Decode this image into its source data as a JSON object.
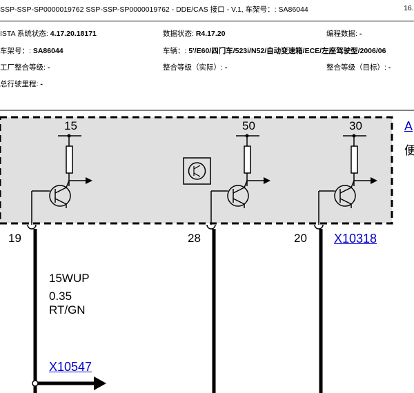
{
  "header": {
    "title": "SSP-SSP-SP0000019762 SSP-SSP-SP0000019762 - DDE/CAS 接口 - V.1, 车架号：: SA86044",
    "right_text": "16."
  },
  "info": {
    "ista_label": "ISTA 系统状态:",
    "ista_value": "4.17.20.18171",
    "data_label": "数据状态:",
    "data_value": "R4.17.20",
    "prog_label": "编程数据:",
    "prog_value": "-",
    "vin_label": "车架号：:",
    "vin_value": "SA86044",
    "vehicle_label": "车辆：:",
    "vehicle_value": "5'/E60/四门车/523i/N52/自动变速箱/ECE/左座驾驶型/2006/06",
    "factory_label": "工厂整合等级:",
    "factory_value": "-",
    "actual_label": "整合等级（实际）:",
    "actual_value": "-",
    "target_label": "整合等级（目标）:",
    "target_value": "-",
    "mileage_label": "总行驶里程:",
    "mileage_value": "-"
  },
  "diagram": {
    "terminals": [
      "15",
      "50",
      "30"
    ],
    "pins": [
      "19",
      "28",
      "20"
    ],
    "connector_top": "X10318",
    "connector_bottom": "X10547",
    "right_cut_text_1": "A",
    "right_cut_text_2": "便",
    "wire": {
      "name": "15WUP",
      "size": "0.35",
      "color": "RT/GN"
    }
  }
}
